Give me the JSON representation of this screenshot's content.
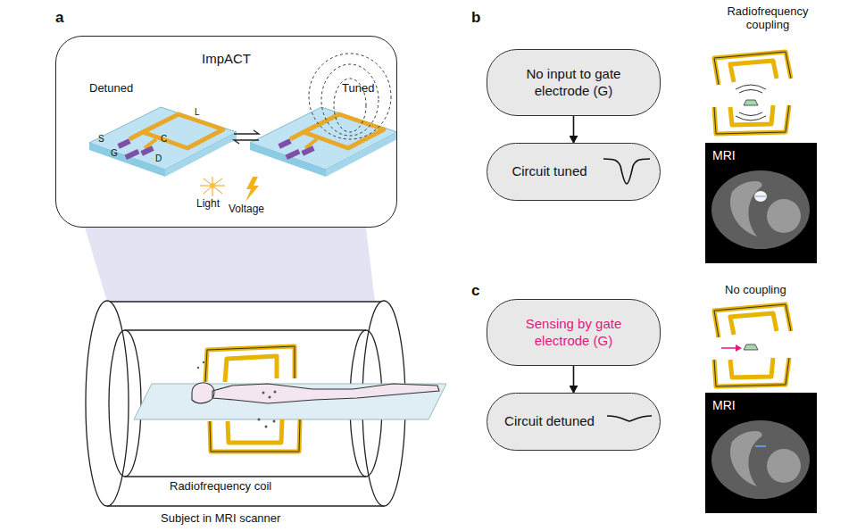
{
  "diagram": {
    "nodes": [
      {
        "text": [
          "ImpACT"
        ]
      },
      {
        "text": [
          "No input to gate electrode (G)"
        ]
      },
      {
        "text": [
          "Circuit tuned"
        ]
      },
      {
        "text": [
          "Sensing by gate electrode (G)"
        ]
      },
      {
        "text": [
          "Circuit detuned"
        ]
      },
      {
        "text": [
          "MRI"
        ]
      },
      {
        "text": [
          "MRI"
        ]
      }
    ],
    "edges": [
      {
        "from": 1,
        "to": 2,
        "arrow": "to"
      },
      {
        "from": 3,
        "to": 4,
        "arrow": "to"
      }
    ],
    "labels": [
      "a",
      "Detuned",
      "Tuned",
      "S",
      "G",
      "D",
      "C",
      "L",
      "Light",
      "Voltage",
      "Radiofrequency coil",
      "Subject in MRI scanner",
      "b",
      "Radiofrequency coupling",
      "c",
      "No coupling"
    ]
  }
}
